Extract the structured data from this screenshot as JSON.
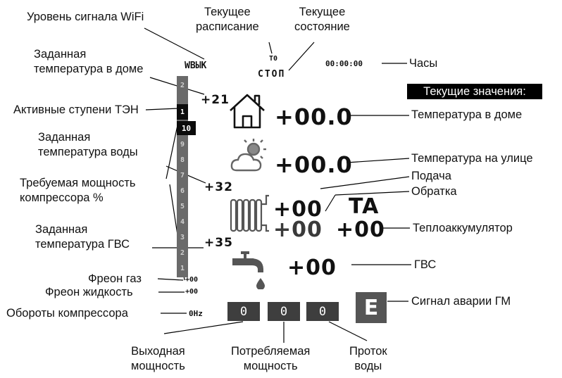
{
  "labels": {
    "wifi_level": "Уровень сигнала WiFi",
    "current_schedule": "Текущее\nрасписание",
    "current_state": "Текущее\nсостояние",
    "set_home_temp": "Заданная\nтемпература в доме",
    "clock": "Часы",
    "heater_stages": "Активные ступени ТЭН",
    "set_water_temp": "Заданная\nтемпература воды",
    "required_power": "Требуемая мощность\nкомпрессора %",
    "set_dhw_temp": "Заданная\nтемпература ГВС",
    "freon_gas": "Фреон газ",
    "freon_liquid": "Фреон жидкость",
    "compressor_speed": "Обороты компрессора",
    "output_power": "Выходная\nмощность",
    "consumed_power": "Потребляемая\nмощность",
    "water_flow": "Проток\nводы",
    "home_temp": "Температура в доме",
    "outdoor_temp": "Температура на улице",
    "supply": "Подача",
    "return": "Обратка",
    "heat_accumulator": "Теплоаккумулятор",
    "dhw": "ГВС",
    "heat_pump_alarm": "Сигнал аварии ГМ"
  },
  "display": {
    "wifi_status": "WBЫK",
    "schedule": "T0",
    "state": "СТОП",
    "clock": "00:00:00",
    "current_values_header": "Текущие значения:",
    "set_home_temp": "+21",
    "set_water_temp": "+32",
    "set_dhw_temp": "+35",
    "home_temp": "+00.0",
    "outdoor_temp": "+00.0",
    "supply": "+00",
    "return": "+00",
    "ta_label": "TA",
    "ta_value": "+00",
    "dhw": "+00",
    "freon_gas": "+00",
    "freon_liquid": "+00",
    "compressor_speed": "0Hz",
    "output_power": "0",
    "consumed_power": "0",
    "water_flow": "0",
    "alarm": "E",
    "bar_segments": [
      "2",
      "1",
      "10",
      "9",
      "8",
      "7",
      "6",
      "5",
      "4",
      "3",
      "2",
      "1"
    ],
    "active_stages": [
      "2",
      "1"
    ]
  },
  "icons": [
    "house-icon",
    "weather-icon",
    "radiator-icon",
    "faucet-icon"
  ]
}
